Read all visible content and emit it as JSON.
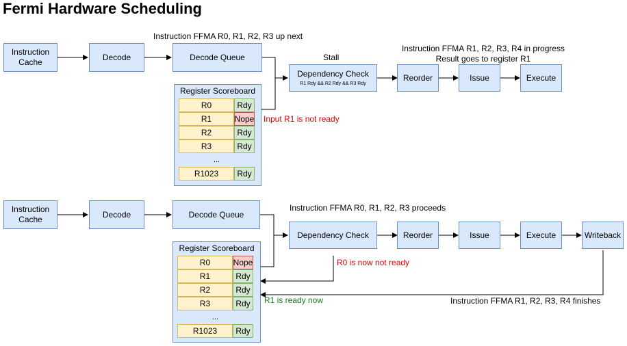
{
  "title": "Fermi Hardware Scheduling",
  "top": {
    "instruction_cache": "Instruction Cache",
    "decode": "Decode",
    "decode_queue": "Decode Queue",
    "dependency_check": "Dependency Check",
    "dependency_condition": "R1 Rdy && R2 Rdy && R3 Rdy",
    "reorder": "Reorder",
    "issue": "Issue",
    "execute": "Execute",
    "label_up_next": "Instruction FFMA R0, R1, R2, R3 up next",
    "label_stall": "Stall",
    "label_in_progress_1": "Instruction FFMA R1, R2, R3, R4 in progress",
    "label_in_progress_2": "Result goes to register R1",
    "label_not_ready": "Input R1 is not ready",
    "scoreboard": {
      "title": "Register Scoreboard",
      "rows": [
        {
          "reg": "R0",
          "status": "Rdy"
        },
        {
          "reg": "R1",
          "status": "Nope"
        },
        {
          "reg": "R2",
          "status": "Rdy"
        },
        {
          "reg": "R3",
          "status": "Rdy"
        }
      ],
      "ellipsis": "...",
      "last": {
        "reg": "R1023",
        "status": "Rdy"
      }
    }
  },
  "bottom": {
    "instruction_cache": "Instruction Cache",
    "decode": "Decode",
    "decode_queue": "Decode Queue",
    "dependency_check": "Dependency Check",
    "reorder": "Reorder",
    "issue": "Issue",
    "execute": "Execute",
    "writeback": "Writeback",
    "label_proceeds": "Instruction FFMA R0, R1, R2, R3 proceeds",
    "label_r0_not_ready": "R0 is now not ready",
    "label_r1_ready": "R1 is ready now",
    "label_finishes": "Instruction FFMA R1, R2, R3, R4 finishes",
    "scoreboard": {
      "title": "Register Scoreboard",
      "rows": [
        {
          "reg": "R0",
          "status": "Nope"
        },
        {
          "reg": "R1",
          "status": "Rdy"
        },
        {
          "reg": "R2",
          "status": "Rdy"
        },
        {
          "reg": "R3",
          "status": "Rdy"
        }
      ],
      "ellipsis": "...",
      "last": {
        "reg": "R1023",
        "status": "Rdy"
      }
    }
  },
  "colors": {
    "stage_fill": "#dae8fc",
    "stage_border": "#6c8ebf",
    "register_fill": "#fff2cc",
    "ready_fill": "#d5e8d4",
    "nope_fill": "#f8cecc",
    "red_text": "#e00000",
    "green_text": "#1a7a1a"
  }
}
